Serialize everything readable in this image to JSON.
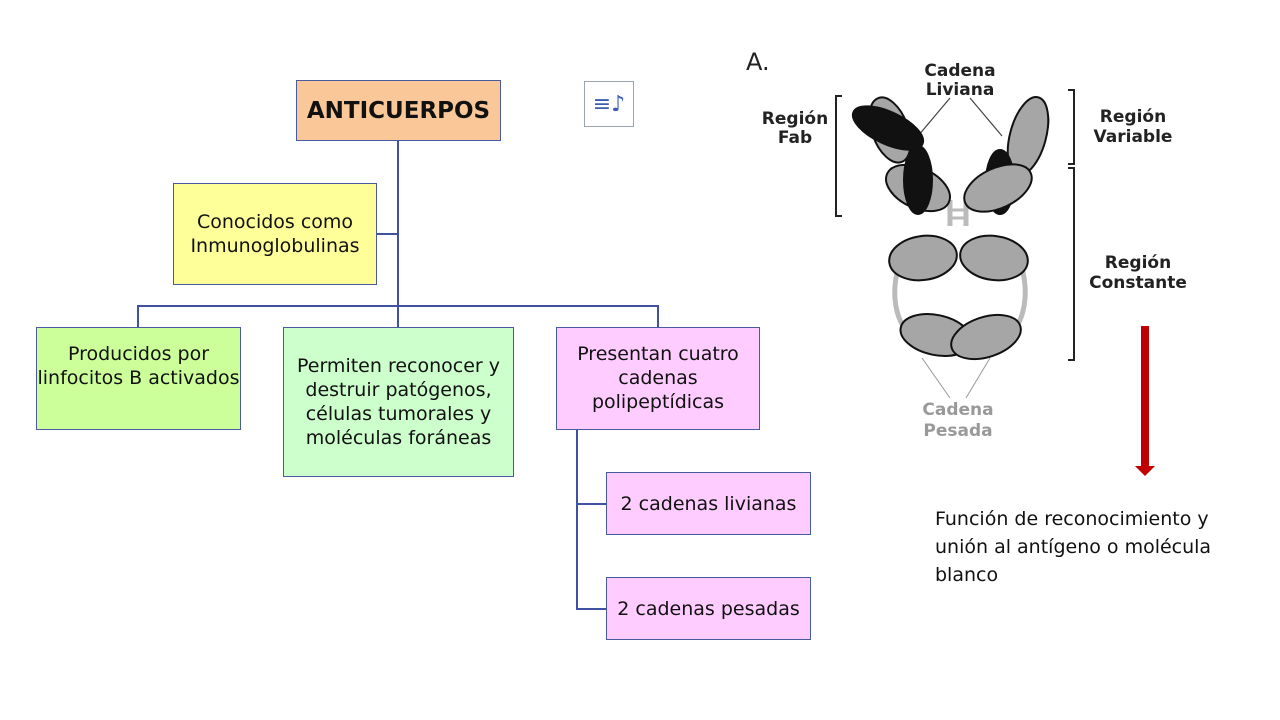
{
  "org_chart": {
    "root": "ANTICUERPOS",
    "side_node": "Conocidos como Inmunoglobulinas",
    "children": [
      "Producidos por linfocitos B activados",
      "Permiten reconocer y destruir patógenos, células tumorales y moléculas foráneas",
      "Presentan cuatro cadenas polipeptídicas"
    ],
    "subchildren": [
      "2 cadenas livianas",
      "2 cadenas pesadas"
    ]
  },
  "embedded_icon": "music-note-document-icon",
  "figure": {
    "panel_label": "A.",
    "cadena_liviana": [
      "Cadena",
      "Liviana"
    ],
    "region_fab": [
      "Región",
      "Fab"
    ],
    "region_variable": [
      "Región",
      "Variable"
    ],
    "region_constante": [
      "Región",
      "Constante"
    ],
    "cadena_pesada": [
      "Cadena",
      "Pesada"
    ]
  },
  "caption": "Función de reconocimiento y unión al antígeno o molécula blanco",
  "colors": {
    "root_fill": "#fac898",
    "side_fill": "#ffff99",
    "green_fill": "#ccff99",
    "mint_fill": "#ccffcc",
    "pink_fill": "#ffccff",
    "connector": "#3f51a0",
    "arrow": "#c00000"
  }
}
